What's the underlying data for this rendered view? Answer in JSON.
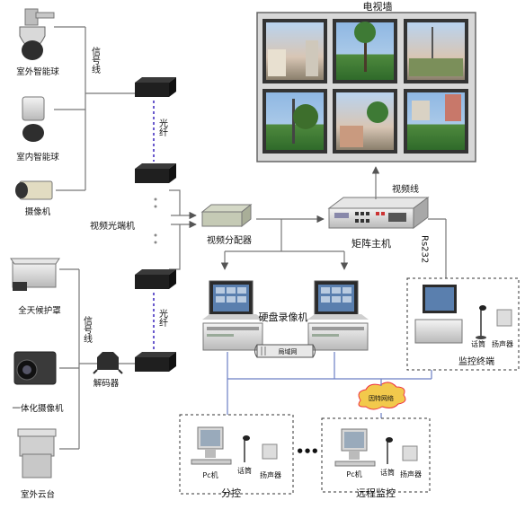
{
  "labels": {
    "tv_wall": "电视墙",
    "outdoor_dome": "室外智能球",
    "indoor_dome": "室内智能球",
    "camera": "摄像机",
    "signal_line_top": "信号线",
    "fiber_top": "光纤",
    "video_optical": "视频光端机",
    "distributor": "视频分配器",
    "matrix": "矩阵主机",
    "video_line": "视频线",
    "rs232": "Rs232",
    "dvr": "硬盘录像机",
    "weatherproof": "全天候护罩",
    "integrated_cam": "一体化摄像机",
    "outdoor_ptz": "室外云台",
    "signal_line_bottom": "信号线",
    "decoder": "解码器",
    "fiber_bottom": "光纤",
    "mic": "话筒",
    "speaker": "扬声器",
    "monitor_terminal": "监控终端",
    "lan": "局域网",
    "internet": "因特网络",
    "pc": "Pc机",
    "sub_mic": "话筒",
    "sub_speaker": "扬声器",
    "remote_pc": "Pc机",
    "remote_mic": "话筒",
    "remote_speaker": "扬声器",
    "sub_control": "分控",
    "remote_monitor": "远程监控",
    "ellipsis": "● ● ●"
  }
}
